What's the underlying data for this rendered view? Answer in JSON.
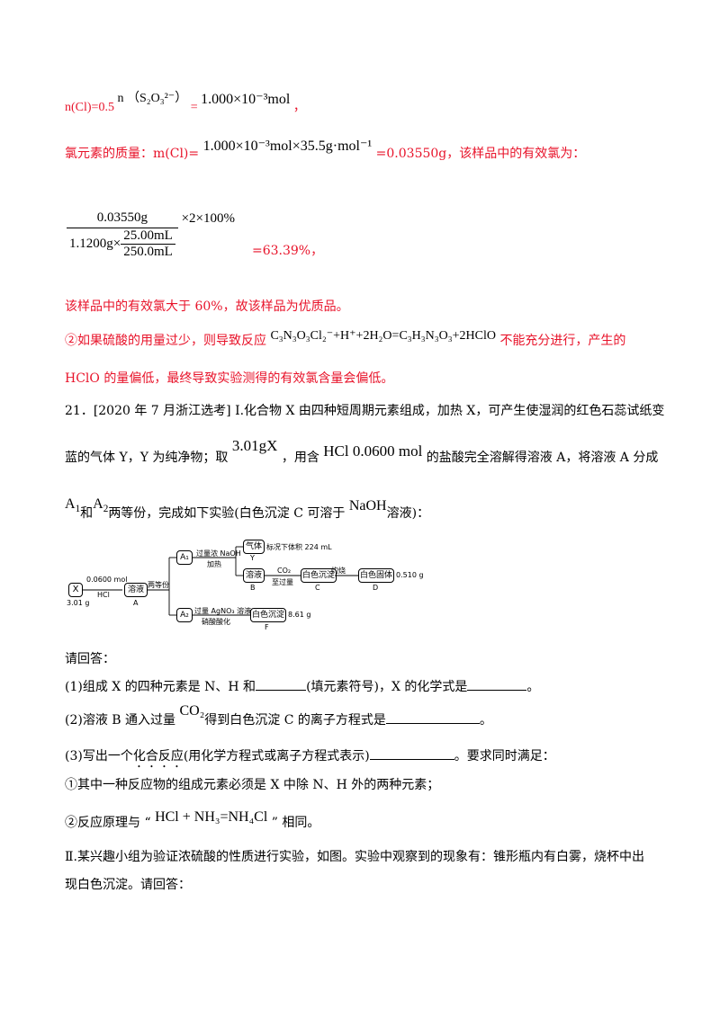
{
  "lines": {
    "l1_left": "n(Cl)=0.5",
    "l1_n": "n",
    "l1_ion": "（S₂O₃²⁻）",
    "l1_eq": "=",
    "l1_val": "1.000×10⁻³mol",
    "l1_end": "，",
    "l2_left": "氯元素的质量：m(Cl)=",
    "l2_expr": "1.000×10⁻³mol×35.5g·mol⁻¹",
    "l2_right": "=0.03550g，该样品中的有效氯为：",
    "frac_top": "0.03550g",
    "frac_bot_left": "1.1200g×",
    "frac_inner_num": "25.00mL",
    "frac_inner_den": "250.0mL",
    "frac_tail": "×2×100%",
    "frac_result": "=63.39%，",
    "l4": "该样品中的有效氯大于 60%，故该样品为优质品。",
    "l5_left": "②如果硫酸的用量过少，则导致反应",
    "l5_eq": "C₃N₃O₃Cl₂⁻+H⁺+2H₂O=C₃H₃N₃O₃+2HClO",
    "l5_right": "不能充分进行，产生的",
    "l6": "HClO 的量偏低，最终导致实验测得的有效氯含量会偏低。"
  },
  "q21": {
    "p1": "21．[2020 年 7 月浙江选考] Ⅰ.化合物 X 由四种短周期元素组成，加热 X，可产生使湿润的红色石蕊试纸变",
    "p2_a": "蓝的气体 Y，Y 为纯净物；取",
    "p2_mass": "3.01gX",
    "p2_b": "，用含",
    "p2_hcl": "HCl 0.0600 mol",
    "p2_c": "的盐酸完全溶解得溶液 A，将溶液 A 分成",
    "p3_a1": "A",
    "p3_a1sub": "1",
    "p3_and": "和",
    "p3_a2": "A",
    "p3_a2sub": "2",
    "p3_b": "两等份，完成如下实验(白色沉淀 C 可溶于",
    "p3_naoh": "NaOH",
    "p3_c": "溶液)：",
    "ask": "请回答：",
    "s1_a": "(1)组成 X 的四种元素是 N、H 和",
    "s1_b": "(填元素符号)，X 的化学式是",
    "s1_c": "。",
    "s2_a": "(2)溶液 B 通入过量",
    "s2_co2": "CO₂",
    "s2_b": "得到白色沉淀 C 的离子方程式是",
    "s2_c": "。",
    "s3_a": "(3)写出一个",
    "s3_dot": "化合反应",
    "s3_b": "(用化学方程式或离子方程式表示)",
    "s3_c": "。要求同时满足：",
    "c1": "①其中一种反应物的组成元素必须是 X 中除 N、H 外的两种元素；",
    "c2_a": "②反应原理与 “",
    "c2_eq": "HCl + NH₃=NH₄Cl",
    "c2_b": "” 相同。",
    "part2_1": "Ⅱ.某兴趣小组为验证浓硫酸的性质进行实验，如图。实验中观察到的现象有：锥形瓶内有白雾，烧杯中出",
    "part2_2": "现白色沉淀。请回答："
  },
  "flow": {
    "x": "X",
    "x_mass": "3.01 g",
    "hcl_amt": "0.0600 mol",
    "hcl": "HCl",
    "sol": "溶液",
    "sol_tag": "A",
    "split": "两等份",
    "a1": "A₁",
    "a2": "A₂",
    "naoh": "过量浓 NaOH",
    "heat": "加热",
    "gas": "气体",
    "gas_tag": "Y",
    "gas_vol": "标况下体积 224 mL",
    "solB": "溶液",
    "solB_tag": "B",
    "co2": "CO₂",
    "co2_ex": "至过量",
    "ppt": "白色沉淀",
    "ppt_tag": "C",
    "burn": "灼烧",
    "solid": "白色固体",
    "solid_mass": "0.510 g",
    "solid_tag": "D",
    "agno3": "过量 AgNO₃ 溶液",
    "hno3": "硝酸酸化",
    "pptF": "白色沉淀",
    "pptF_mass": "8.61 g",
    "pptF_tag": "F"
  }
}
